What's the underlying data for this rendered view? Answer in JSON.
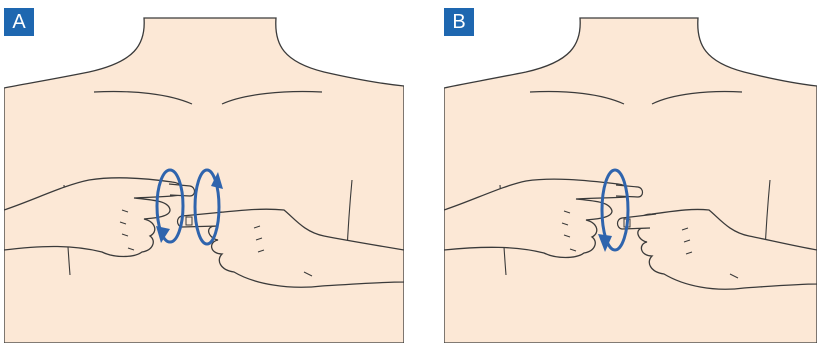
{
  "panels": [
    {
      "label": "A",
      "rotation": "opposite-directions"
    },
    {
      "label": "B",
      "rotation": "same-direction"
    }
  ],
  "colors": {
    "skin": "#fce8d6",
    "outline": "#3a3a3a",
    "arrow": "#2f64ad",
    "badge": "#1e67b0",
    "badge_text": "#ffffff"
  },
  "icons": [
    "torso-illustration",
    "left-hand-illustration",
    "right-hand-illustration",
    "rotation-arrow-icon"
  ]
}
